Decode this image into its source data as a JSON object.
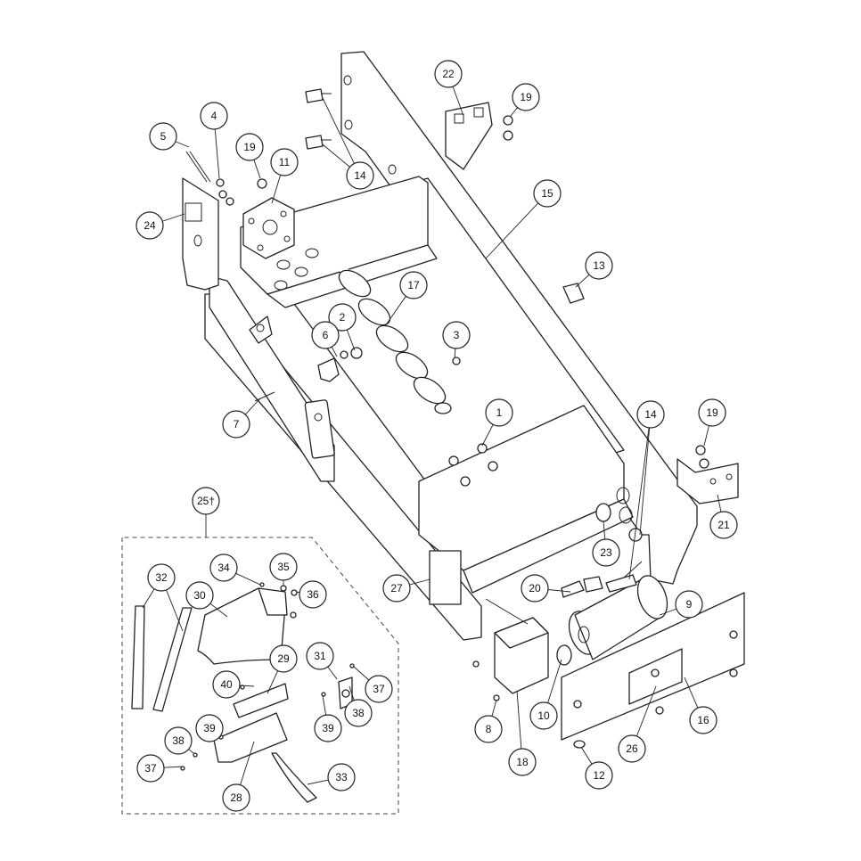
{
  "diagram": {
    "callouts": [
      {
        "label": "1"
      },
      {
        "label": "2"
      },
      {
        "label": "3"
      },
      {
        "label": "4"
      },
      {
        "label": "5"
      },
      {
        "label": "6"
      },
      {
        "label": "7"
      },
      {
        "label": "8"
      },
      {
        "label": "9"
      },
      {
        "label": "10"
      },
      {
        "label": "11"
      },
      {
        "label": "12"
      },
      {
        "label": "13"
      },
      {
        "label": "14"
      },
      {
        "label": "14"
      },
      {
        "label": "15"
      },
      {
        "label": "16"
      },
      {
        "label": "17"
      },
      {
        "label": "18"
      },
      {
        "label": "19"
      },
      {
        "label": "19"
      },
      {
        "label": "19"
      },
      {
        "label": "20"
      },
      {
        "label": "21"
      },
      {
        "label": "22"
      },
      {
        "label": "23"
      },
      {
        "label": "24"
      },
      {
        "label": "25†"
      },
      {
        "label": "26"
      },
      {
        "label": "27"
      },
      {
        "label": "28"
      },
      {
        "label": "29"
      },
      {
        "label": "30"
      },
      {
        "label": "31"
      },
      {
        "label": "32"
      },
      {
        "label": "33"
      },
      {
        "label": "34"
      },
      {
        "label": "35"
      },
      {
        "label": "36"
      },
      {
        "label": "37"
      },
      {
        "label": "37"
      },
      {
        "label": "38"
      },
      {
        "label": "38"
      },
      {
        "label": "39"
      },
      {
        "label": "39"
      },
      {
        "label": "40"
      }
    ]
  }
}
